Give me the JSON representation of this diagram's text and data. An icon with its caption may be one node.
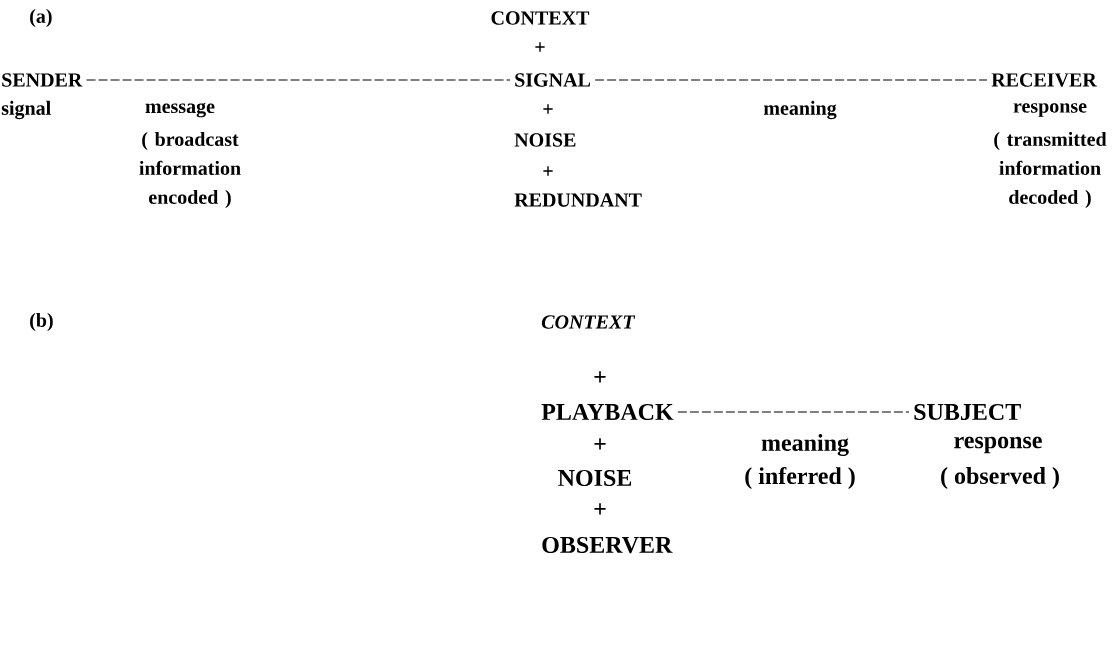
{
  "diagram": {
    "nodes": [
      {
        "text": [
          "SENDER"
        ]
      },
      {
        "text": [
          "SIGNAL"
        ]
      },
      {
        "text": [
          "RECEIVER"
        ]
      },
      {
        "text": [
          "PLAYBACK"
        ]
      },
      {
        "text": [
          "SUBJECT"
        ]
      }
    ],
    "edges": [
      {
        "from": 0,
        "to": 1,
        "arrow": "none",
        "style": "dashed"
      },
      {
        "from": 1,
        "to": 2,
        "arrow": "none",
        "style": "dashed"
      },
      {
        "from": 3,
        "to": 4,
        "arrow": "none",
        "style": "dashed"
      }
    ],
    "labels": [
      "(a)",
      "CONTEXT",
      "+",
      "signal",
      "message",
      "+",
      "meaning",
      "response",
      "( broadcast information encoded )",
      "NOISE",
      "( transmitted information decoded )",
      "+",
      "REDUNDANT",
      "(b)",
      "CONTEXT",
      "+",
      "+",
      "meaning",
      "response",
      "NOISE",
      "( inferred )",
      "( observed )",
      "+",
      "OBSERVER"
    ]
  }
}
